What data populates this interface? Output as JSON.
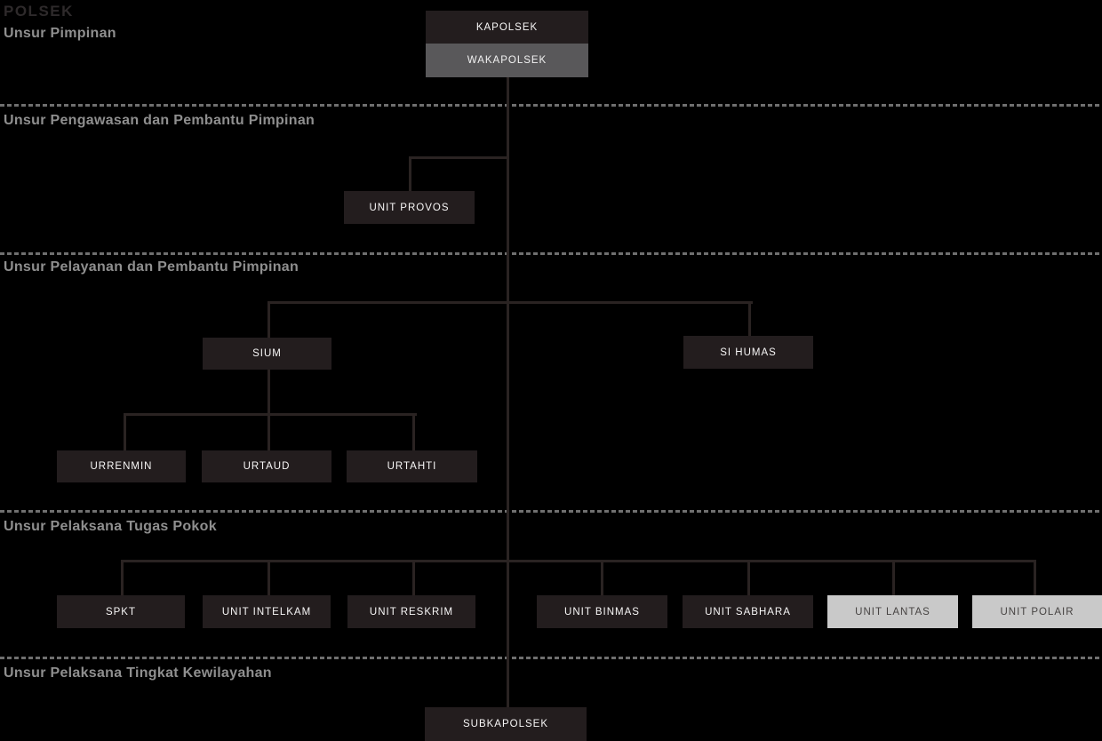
{
  "title": "POLSEK",
  "colors": {
    "background": "#000000",
    "node_dark": "#231d1e",
    "node_gray": "#59585a",
    "node_light": "#c9c9c9",
    "connector": "#2a2322",
    "divider_dash": "#6f6f6f",
    "section_label": "#8f8f8f",
    "title_text": "#2e2a2b",
    "node_text_light": "#f7f6f6",
    "node_text_dark": "#474443"
  },
  "sections": [
    {
      "id": "pimpinan",
      "label": "Unsur Pimpinan"
    },
    {
      "id": "pengawasan",
      "label": "Unsur Pengawasan dan Pembantu Pimpinan"
    },
    {
      "id": "pelayanan",
      "label": "Unsur Pelayanan dan Pembantu Pimpinan"
    },
    {
      "id": "pelaksana-pokok",
      "label": "Unsur Pelaksana Tugas Pokok"
    },
    {
      "id": "kewilayahan",
      "label": "Unsur Pelaksana Tingkat Kewilayahan"
    }
  ],
  "nodes": [
    {
      "id": "kapolsek",
      "label": "KAPOLSEK",
      "variant": "dark",
      "section": "pimpinan"
    },
    {
      "id": "wakapolsek",
      "label": "WAKAPOLSEK",
      "variant": "gray",
      "section": "pimpinan"
    },
    {
      "id": "unit-provos",
      "label": "UNIT PROVOS",
      "variant": "dark",
      "section": "pengawasan"
    },
    {
      "id": "sium",
      "label": "SIUM",
      "variant": "dark",
      "section": "pelayanan"
    },
    {
      "id": "si-humas",
      "label": "SI HUMAS",
      "variant": "dark",
      "section": "pelayanan"
    },
    {
      "id": "urrenmin",
      "label": "URRENMIN",
      "variant": "dark",
      "section": "pelayanan"
    },
    {
      "id": "urtaud",
      "label": "URTAUD",
      "variant": "dark",
      "section": "pelayanan"
    },
    {
      "id": "urtahti",
      "label": "URTAHTI",
      "variant": "dark",
      "section": "pelayanan"
    },
    {
      "id": "spkt",
      "label": "SPKT",
      "variant": "dark",
      "section": "pelaksana-pokok"
    },
    {
      "id": "unit-intelkam",
      "label": "UNIT INTELKAM",
      "variant": "dark",
      "section": "pelaksana-pokok"
    },
    {
      "id": "unit-reskrim",
      "label": "UNIT RESKRIM",
      "variant": "dark",
      "section": "pelaksana-pokok"
    },
    {
      "id": "unit-binmas",
      "label": "UNIT BINMAS",
      "variant": "dark",
      "section": "pelaksana-pokok"
    },
    {
      "id": "unit-sabhara",
      "label": "UNIT SABHARA",
      "variant": "dark",
      "section": "pelaksana-pokok"
    },
    {
      "id": "unit-lantas",
      "label": "UNIT LANTAS",
      "variant": "light",
      "section": "pelaksana-pokok"
    },
    {
      "id": "unit-polair",
      "label": "UNIT POLAIR",
      "variant": "light",
      "section": "pelaksana-pokok"
    },
    {
      "id": "subkapolsek",
      "label": "SUBKAPOLSEK",
      "variant": "dark",
      "section": "kewilayahan"
    }
  ]
}
